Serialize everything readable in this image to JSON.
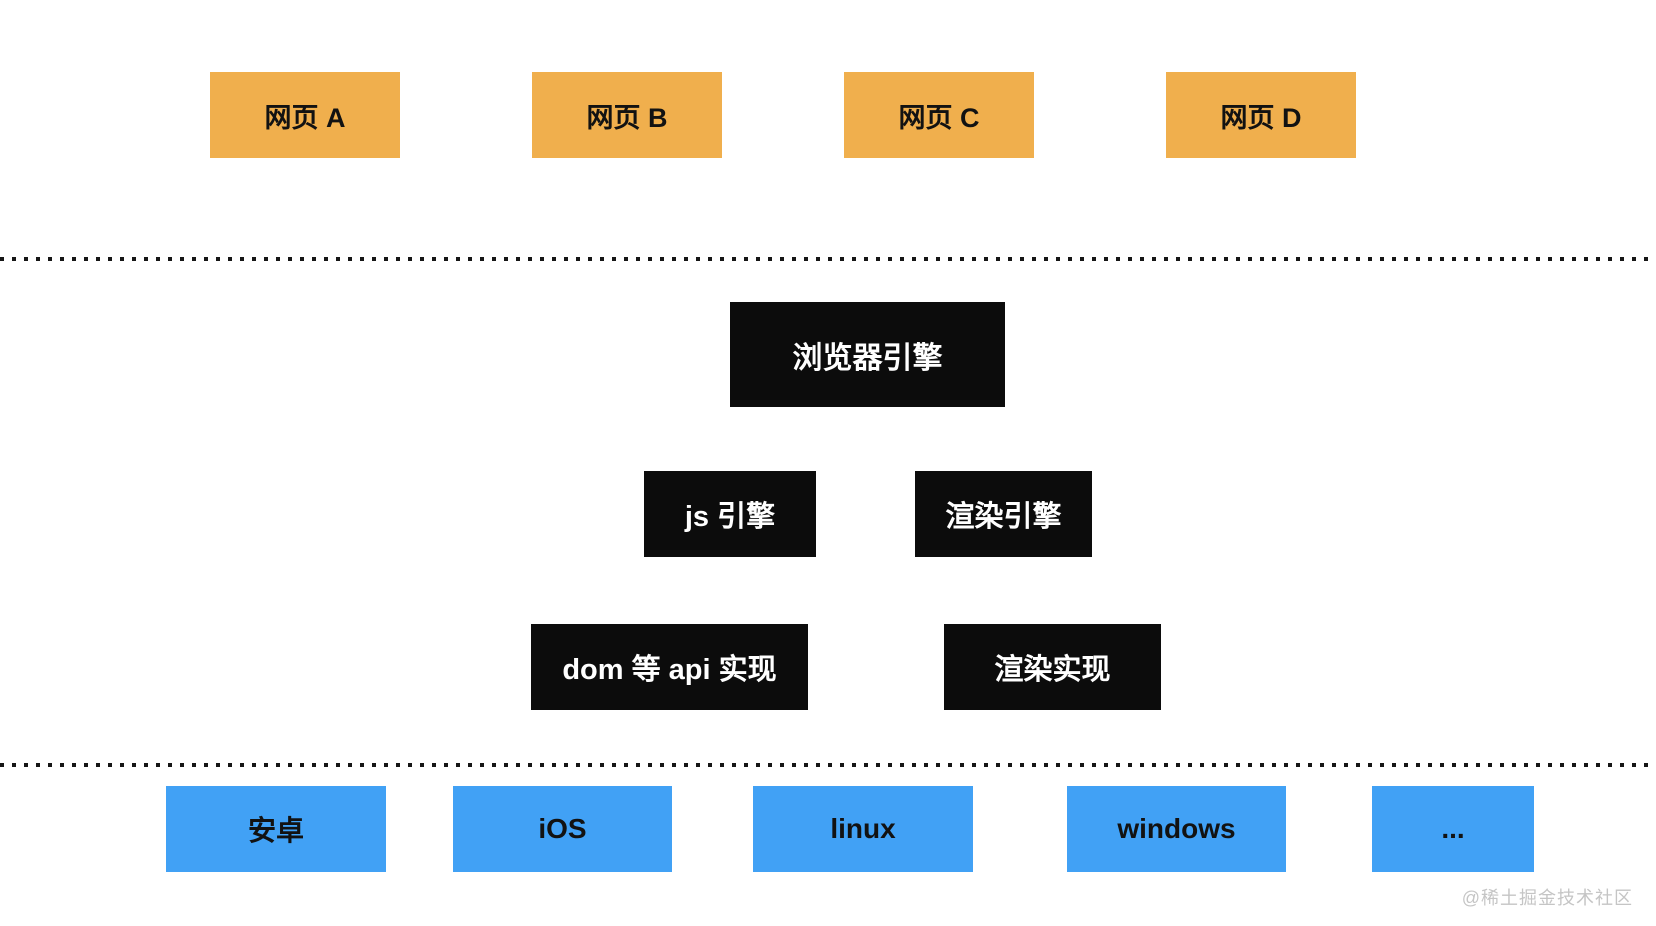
{
  "colors": {
    "page_box": "#f0af4d",
    "engine_box": "#0c0c0c",
    "platform_box": "#41a1f5",
    "text_dark": "#121212",
    "text_light": "#ffffff",
    "watermark": "#c5c5c5",
    "dot_color": "#161616"
  },
  "diagram": {
    "web_pages": [
      "网页 A",
      "网页 B",
      "网页 C",
      "网页 D"
    ],
    "browser_engine": "浏览器引擎",
    "engines": [
      "js 引擎",
      "渲染引擎"
    ],
    "implementations": [
      "dom 等 api 实现",
      "渲染实现"
    ],
    "platforms": [
      "安卓",
      "iOS",
      "linux",
      "windows",
      "..."
    ]
  },
  "watermark": "@稀土掘金技术社区"
}
